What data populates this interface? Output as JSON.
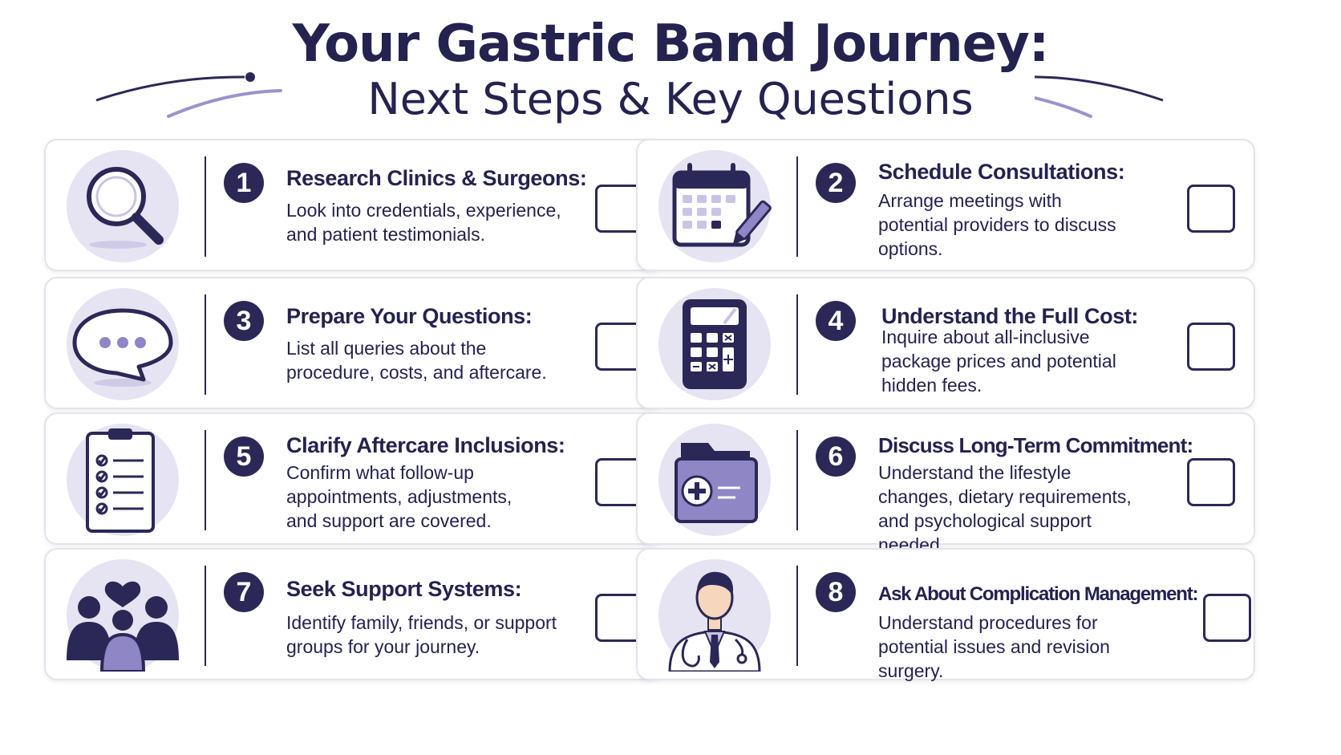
{
  "header": {
    "title": "Your Gastric Band Journey:",
    "subtitle": "Next Steps & Key Questions"
  },
  "colors": {
    "navy": "#2b2857",
    "lavender": "#e6e4f2",
    "purple": "#8f86c6"
  },
  "steps": [
    {
      "number": "1",
      "heading": "Research Clinics & Surgeons:",
      "body": "Look into credentials, experience, and patient testimonials.",
      "icon": "magnifying-glass-icon"
    },
    {
      "number": "2",
      "heading": "Schedule Consultations:",
      "body": "Arrange meetings with potential providers to discuss options.",
      "icon": "calendar-pen-icon"
    },
    {
      "number": "3",
      "heading": "Prepare Your Questions:",
      "body": "List all queries about the procedure, costs, and aftercare.",
      "icon": "speech-bubble-icon"
    },
    {
      "number": "4",
      "heading": "Understand the Full Cost:",
      "body": "Inquire about all-inclusive package prices and potential hidden fees.",
      "icon": "calculator-icon"
    },
    {
      "number": "5",
      "heading": "Clarify Aftercare Inclusions:",
      "body": "Confirm what follow-up appointments, adjustments, and support are covered.",
      "icon": "clipboard-checklist-icon"
    },
    {
      "number": "6",
      "heading": "Discuss Long-Term Commitment:",
      "body": "Understand the lifestyle changes, dietary requirements, and psychological support needed.",
      "icon": "medical-folder-icon"
    },
    {
      "number": "7",
      "heading": "Seek Support Systems:",
      "body": "Identify family, friends, or support groups for your journey.",
      "icon": "support-group-heart-icon"
    },
    {
      "number": "8",
      "heading": "Ask About Complication Management:",
      "body": "Understand procedures for potential issues and revision surgery.",
      "icon": "doctor-icon"
    }
  ]
}
